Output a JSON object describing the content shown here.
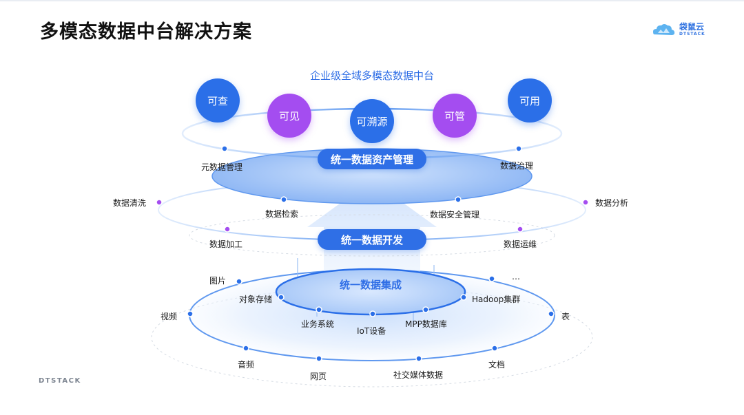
{
  "header": {
    "title": "多模态数据中台解决方案",
    "logo_name": "袋鼠云",
    "logo_sub": "DTSTACK"
  },
  "footer": {
    "brand": "DTSTACK"
  },
  "diagram": {
    "top_title": "企业级全域多模态数据中台",
    "capabilities": [
      "可查",
      "可见",
      "可溯源",
      "可管",
      "可用"
    ],
    "layer1": {
      "title": "统一数据资产管理",
      "items": [
        "元数据管理",
        "数据治理"
      ]
    },
    "layer2": {
      "title": "统一数据开发",
      "items": [
        "数据清洗",
        "数据检索",
        "数据安全管理",
        "数据分析",
        "数据加工",
        "数据运维"
      ]
    },
    "layer3": {
      "title": "统一数据集成",
      "inner_items": [
        "对象存储",
        "业务系统",
        "IoT设备",
        "MPP数据库",
        "Hadoop集群"
      ],
      "outer_items": [
        "图片",
        "视频",
        "音频",
        "网页",
        "社交媒体数据",
        "文档",
        "表",
        "…"
      ]
    },
    "colors": {
      "primary": "#2b6fe8",
      "purple": "#a44df0",
      "ring": "#6ea3f5",
      "title_blue": "#2f6ee6"
    }
  }
}
